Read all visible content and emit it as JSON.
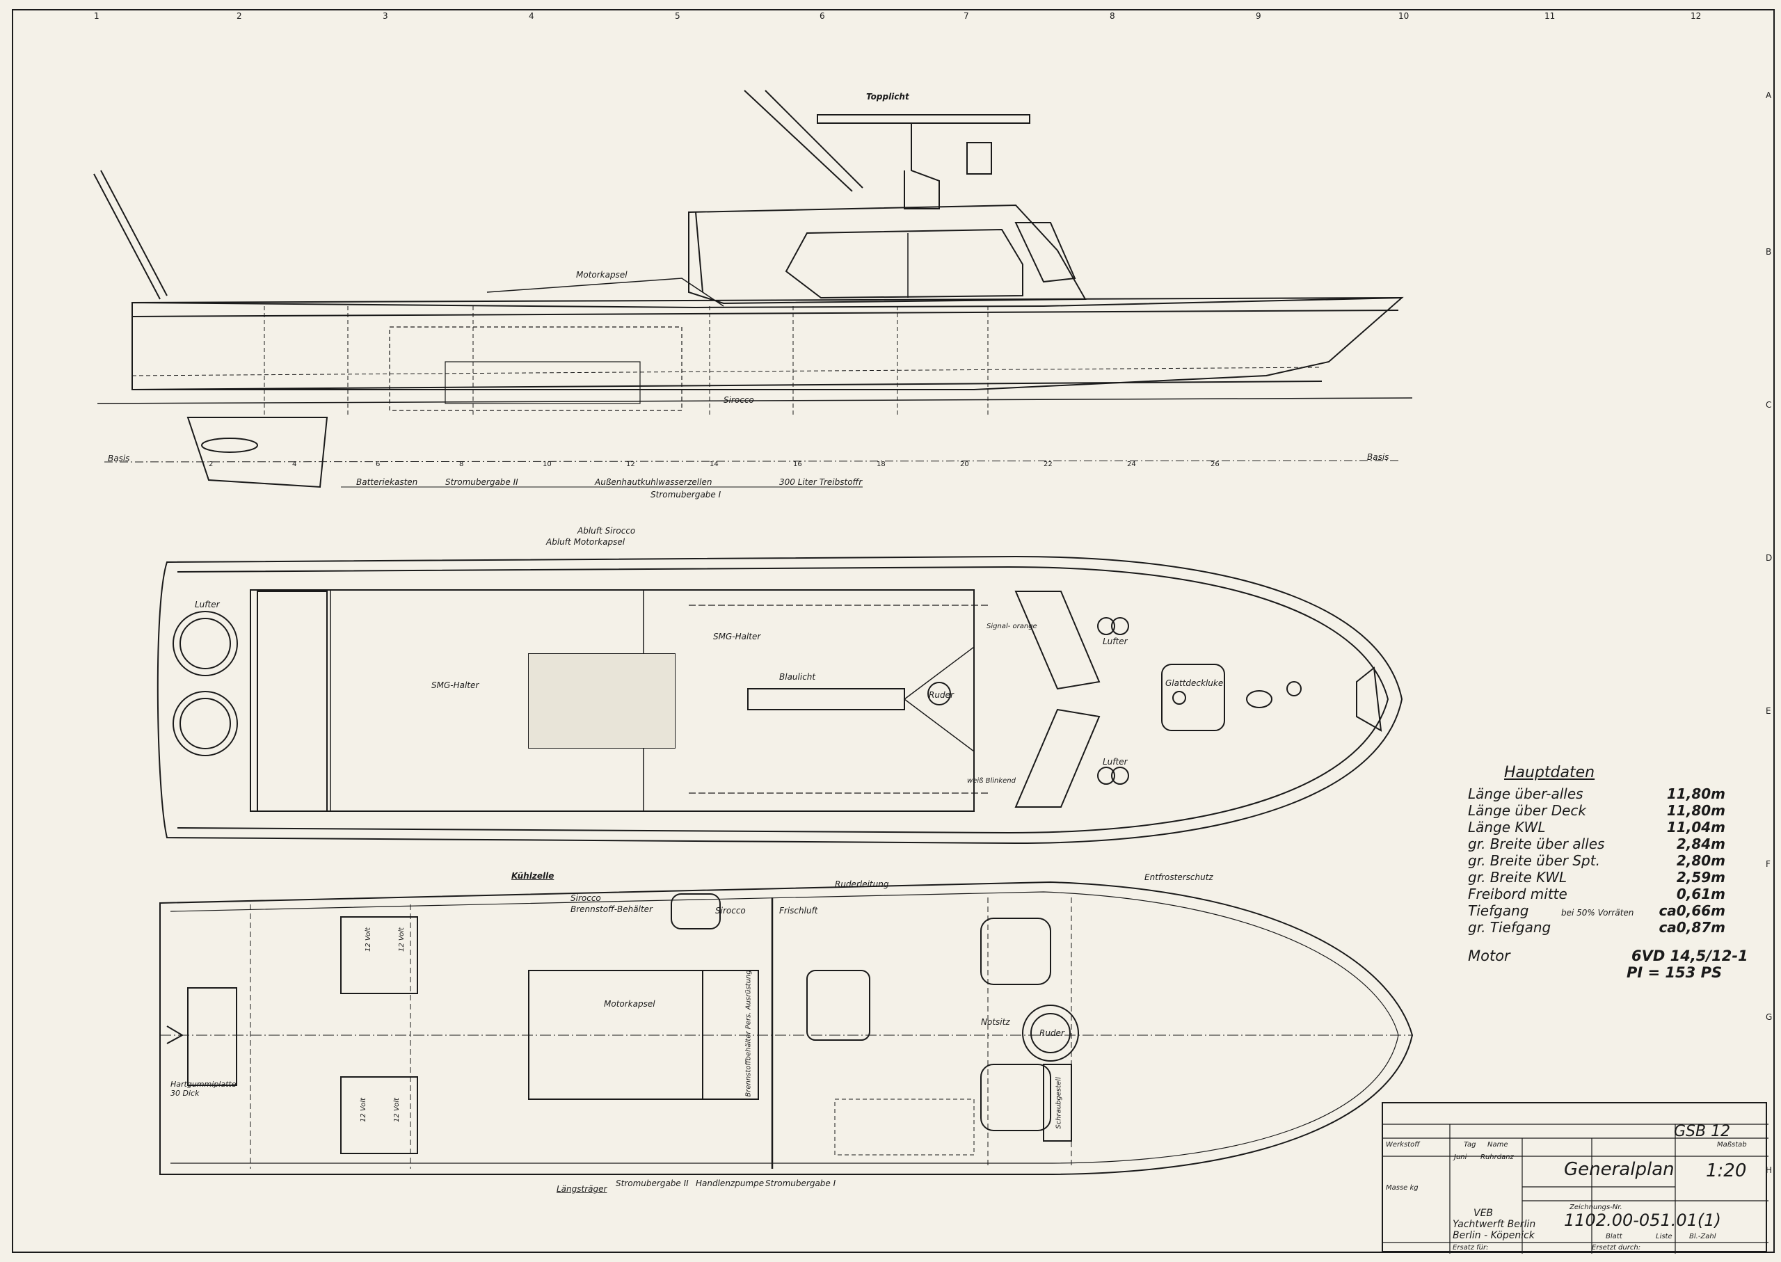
{
  "drawing": {
    "side_labels": {
      "topplicht": "Topplicht",
      "motorkapsel": "Motorkapsel",
      "sirocco": "Sirocco",
      "basis_left": "Basis",
      "basis_right": "Basis",
      "batteriekasten": "Batteriekasten",
      "stromuebergabe_ii": "Stromubergabe II",
      "aussenhautkuehlwasserzellen": "Außenhautkuhlwasserzellen",
      "stromuebergabe_i": "Stromubergabe I",
      "treibstoff": "300 Liter Treibstoffr"
    },
    "deck_labels": {
      "abluft_sirocco": "Abluft Sirocco",
      "abluft_motorkapsel": "Abluft Motorkapsel",
      "smg_halter": "SMG-Halter",
      "smg_halter_2": "SMG-Halter",
      "blaulicht": "Blaulicht",
      "ruder": "Ruder",
      "signal": "Signal- orange",
      "weiss_blinkend": "weiß Blinkend",
      "luefter_top": "Lufter",
      "luefter_bottom": "Lufter",
      "glattdeckluke": "Glattdeckluke",
      "luefter_aft": "Lufter"
    },
    "plan_labels": {
      "kuehlzelle": "Kühlzelle",
      "sirocco_1": "Sirocco",
      "brennstoffbehaelter": "Brennstoff-Behälter",
      "sirocco_2": "Sirocco",
      "frischluft": "Frischluft",
      "ruderleitung": "Ruderleitung",
      "entfrosterschutz": "Entfrosterschutz",
      "motorkapsel": "Motorkapsel",
      "notsitz": "Notsitz",
      "ruder": "Ruder",
      "hartgummiplatte": "Hartgummiplatte 30 Dick",
      "laengstraeger": "Längsträger",
      "stromuebergabe_ii": "Stromubergabe II",
      "handlenzpumpe": "Handlenzpumpe",
      "stromuebergabe_i": "Stromubergabe I",
      "volt_1": "12 Volt",
      "volt_2": "12 Volt",
      "volt_3": "12 Volt",
      "volt_4": "12 Volt",
      "brennstoffbehaelter_v": "Brennstoffbehälter Pers. Ausrüstung",
      "schraubgestell": "Schraubgestell"
    },
    "frame_numbers": [
      "2",
      "4",
      "6",
      "8",
      "10",
      "12",
      "14",
      "16",
      "18",
      "20",
      "22",
      "24",
      "26"
    ],
    "grid_top": [
      "1",
      "2",
      "3",
      "4",
      "5",
      "6",
      "7",
      "8",
      "9",
      "10",
      "11",
      "12"
    ],
    "grid_side": [
      "A",
      "B",
      "C",
      "D",
      "E",
      "F",
      "G",
      "H"
    ]
  },
  "hauptdaten": {
    "title": "Hauptdaten",
    "rows": [
      {
        "label": "Länge über-alles",
        "value": "11,80m"
      },
      {
        "label": "Länge über Deck",
        "value": "11,80m"
      },
      {
        "label": "Länge KWL",
        "value": "11,04m"
      },
      {
        "label": "gr. Breite über alles",
        "value": "2,84m"
      },
      {
        "label": "gr. Breite über Spt.",
        "value": "2,80m"
      },
      {
        "label": "gr. Breite KWL",
        "value": "2,59m"
      },
      {
        "label": "Freibord mitte",
        "value": "0,61m"
      },
      {
        "label": "Tiefgang",
        "value": "ca0,66m"
      },
      {
        "label": "gr. Tiefgang",
        "value": "ca0,87m"
      }
    ],
    "tiefgang_note": "bei 50% Vorräten",
    "motor_label": "Motor",
    "motor_value": "6VD 14,5/12-1",
    "power": "PI = 153 PS"
  },
  "title_block": {
    "project": "GSB 12",
    "title": "Generalplan",
    "scale": "1:20",
    "number": "1102.00-051.01(1)",
    "company_1": "VEB",
    "company_2": "Yachtwerft Berlin",
    "company_3": "Berlin - Köpenick",
    "gezeichnet": "Juni",
    "name_1": "Ruhrdanz",
    "workstoff": "Werkstoff",
    "masse": "Masse kg",
    "massstab_label": "Maßstab",
    "zeichnungsnr_label": "Zeichnungs-Nr.",
    "tag": "Tag",
    "name": "Name",
    "ersatz_fuer": "Ersatz für:",
    "ersetzt_durch": "Ersetzt durch:",
    "blatt": "Blatt",
    "blaetter": "Bl.-Zahl",
    "liste": "Liste"
  },
  "colors": {
    "paper": "#f4f1e8",
    "ink": "#1a1a1a"
  }
}
